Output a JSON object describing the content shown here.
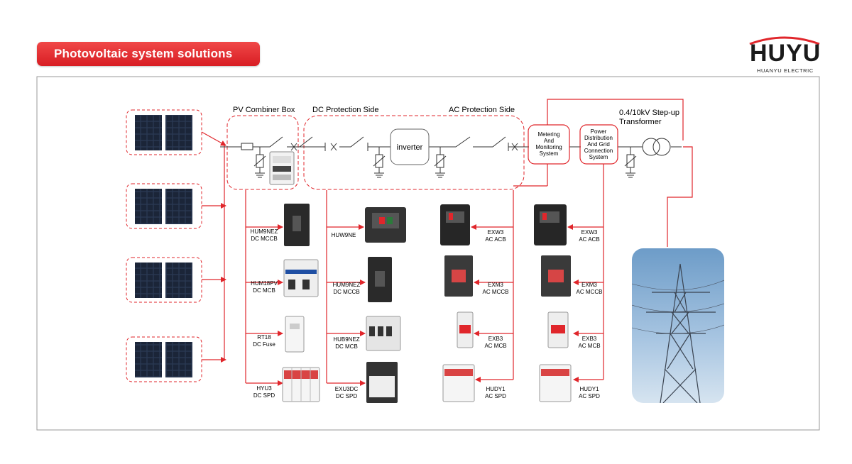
{
  "header": {
    "title": "Photovoltaic system solutions"
  },
  "logo": {
    "word": "HUYU",
    "subtitle": "HUANYU ELECTRIC"
  },
  "sections": {
    "combiner": "PV Combiner Box",
    "dc": "DC Protection Side",
    "ac": "AC Protection Side",
    "transformer_line1": "0.4/10kV Step-up",
    "transformer_line2": "Transformer"
  },
  "inverter": "inverter",
  "metering": [
    "Metering",
    "And",
    "Monitoring",
    "System"
  ],
  "distribution": [
    "Power",
    "Distribution",
    "And Grid",
    "Connection",
    "System"
  ],
  "products": {
    "col1": [
      [
        "HUM9NEZ",
        "DC MCCB"
      ],
      [
        "HUM18PV",
        "DC MCB"
      ],
      [
        "RT18",
        "DC Fuse"
      ],
      [
        "HYU3",
        "DC SPD"
      ]
    ],
    "col2": [
      [
        "HUW9NE",
        ""
      ],
      [
        "HUM9NEZ",
        "DC MCCB"
      ],
      [
        "HUB9NEZ",
        "DC MCB"
      ],
      [
        "EXU3DC",
        "DC SPD"
      ]
    ],
    "col3": [
      [
        "EXW3",
        "AC ACB"
      ],
      [
        "EXM3",
        "AC MCCB"
      ],
      [
        "EXB3",
        "AC MCB"
      ],
      [
        "HUDY1",
        "AC SPD"
      ]
    ],
    "col4": [
      [
        "EXW3",
        "AC ACB"
      ],
      [
        "EXM3",
        "AC MCCB"
      ],
      [
        "EXB3",
        "AC MCB"
      ],
      [
        "HUDY1",
        "AC SPD"
      ]
    ]
  },
  "colors": {
    "accent": "#e0262b",
    "line": "#333333",
    "frame": "#999999"
  }
}
